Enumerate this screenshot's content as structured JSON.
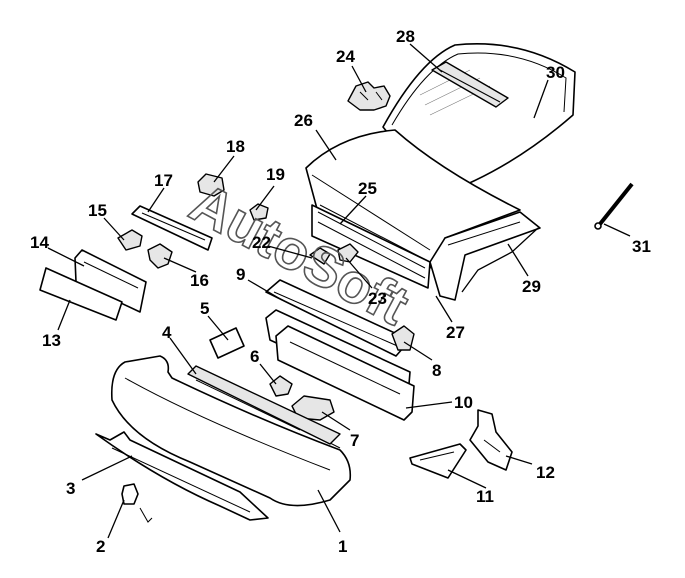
{
  "diagram": {
    "callouts": [
      "1",
      "2",
      "3",
      "4",
      "5",
      "6",
      "7",
      "8",
      "9",
      "10",
      "11",
      "12",
      "13",
      "14",
      "15",
      "16",
      "17",
      "18",
      "19",
      "22",
      "23",
      "24",
      "25",
      "26",
      "27",
      "28",
      "29",
      "30",
      "31"
    ],
    "watermark": "AutoSoft"
  },
  "colors": {
    "line": "#000000",
    "background": "#ffffff",
    "shade": "#e6e6e6"
  }
}
